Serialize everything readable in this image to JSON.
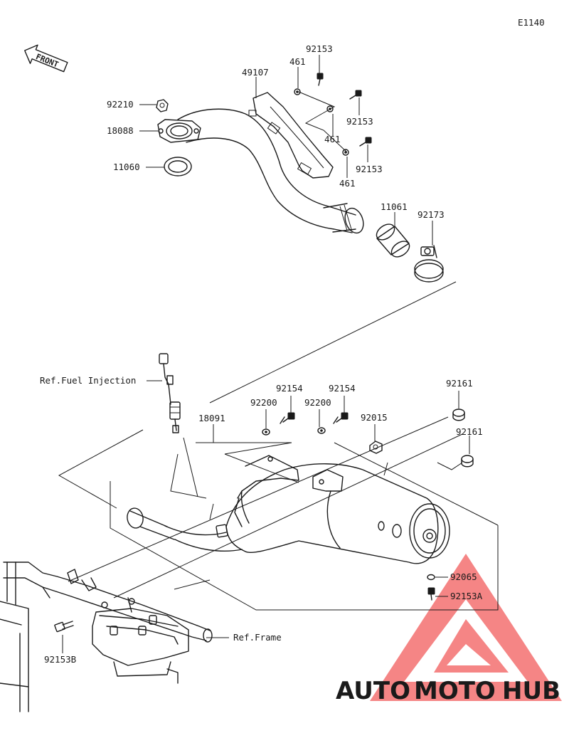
{
  "diagram_code": "E1140",
  "front_label": "FRONT",
  "parts": {
    "p92153_top": "92153",
    "p461_top": "461",
    "p49107": "49107",
    "p92153_mid": "92153",
    "p461_mid": "461",
    "p92153_low": "92153",
    "p461_low": "461",
    "p92210": "92210",
    "p18088": "18088",
    "p11060": "11060",
    "p11061": "11061",
    "p92173": "92173",
    "p92154_a": "92154",
    "p92154_b": "92154",
    "p92200_a": "92200",
    "p92200_b": "92200",
    "p18091": "18091",
    "p92015": "92015",
    "p92161_a": "92161",
    "p92161_b": "92161",
    "p92065": "92065",
    "p92153A": "92153A",
    "p92153B": "92153B"
  },
  "refs": {
    "fuel_injection": "Ref.Fuel Injection",
    "frame": "Ref.Frame"
  },
  "watermark": {
    "part1": "AUTO",
    "part2": "MOTO",
    "part3": "HUB",
    "color1": "#f4a582",
    "color2": "#f2913c",
    "color3": "#9a9a9a",
    "logo_color": "#ef3b3b"
  }
}
